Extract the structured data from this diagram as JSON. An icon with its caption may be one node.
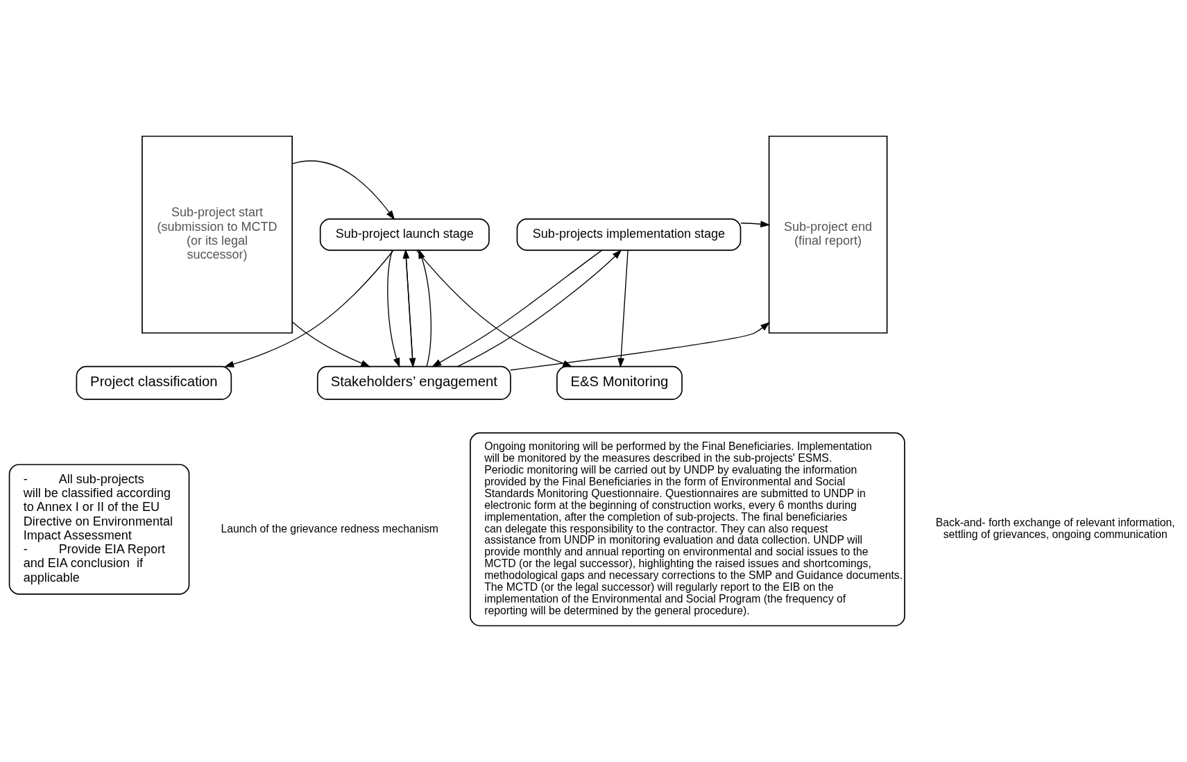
{
  "diagram": {
    "nodes": [
      {
        "text": [
          "Sub-project start (submission to MCTD (or its legal successor)"
        ]
      },
      {
        "text": [
          "Stakeholders’ engagement"
        ]
      },
      {
        "text": [
          "Sub-project launch stage"
        ]
      },
      {
        "text": [
          "Sub-projects implementation stage"
        ]
      },
      {
        "text": [
          "Project classification"
        ]
      },
      {
        "text": [
          "E&S Monitoring"
        ]
      },
      {
        "text": [
          "-         All sub-projects will be classified according to Annex I or II of the EU Directive on Environmental Impact Assessment",
          "-         Provide EIA Report and EIA conclusion  if applicable"
        ]
      },
      {
        "text": [
          "Ongoing monitoring will be performed by the Final Beneficiaries. Implementation will be monitored by the measures described in the sub-projects' ESMS.",
          "Periodic monitoring will be carried out by UNDP by evaluating the information provided by the Final Beneficiaries in the form of Environmental and Social Standards Monitoring Questionnaire. Questionnaires are submitted to UNDP in electronic form at the beginning of construction works, every 6 months during implementation, after the completion of sub-projects. The final beneficiaries can delegate this responsibility to the contractor. They can also request assistance from UNDP in monitoring evaluation and data collection. UNDP will provide monthly and annual reporting on environmental and social issues to the MCTD (or the legal successor), highlighting the raised issues and shortcomings, methodological gaps and necessary corrections to the SMP and Guidance documents. The MCTD (or the legal successor) will regularly report to the EIB on the implementation of the Environmental and Social Program (the frequency of reporting will be determined by the general procedure)."
        ]
      },
      {
        "text": [
          "Sub-project end (final report)"
        ]
      }
    ],
    "edges": [
      {
        "from": 0,
        "to": 1,
        "arrow": "to"
      },
      {
        "from": 0,
        "to": 2,
        "arrow": "to"
      },
      {
        "from": 1,
        "to": 8,
        "arrow": "to"
      },
      {
        "from": 2,
        "to": 1,
        "arrow": "to"
      },
      {
        "from": 1,
        "to": 2,
        "arrow": "to"
      },
      {
        "from": 2,
        "to": 1,
        "arrow": "to"
      },
      {
        "from": 1,
        "to": 2,
        "arrow": "to"
      },
      {
        "from": 3,
        "to": 1,
        "arrow": "to"
      },
      {
        "from": 1,
        "to": 3,
        "arrow": "to"
      },
      {
        "from": 3,
        "to": 8,
        "arrow": "to"
      },
      {
        "from": 2,
        "to": 4,
        "arrow": "to"
      },
      {
        "from": 2,
        "to": 5,
        "arrow": "to"
      },
      {
        "from": 3,
        "to": 5,
        "arrow": "to"
      }
    ],
    "labels": [
      "Launch of the grievance redness mechanism",
      "Back-and- forth exchange of relevant information, settling of grievances, ongoing communication"
    ]
  }
}
